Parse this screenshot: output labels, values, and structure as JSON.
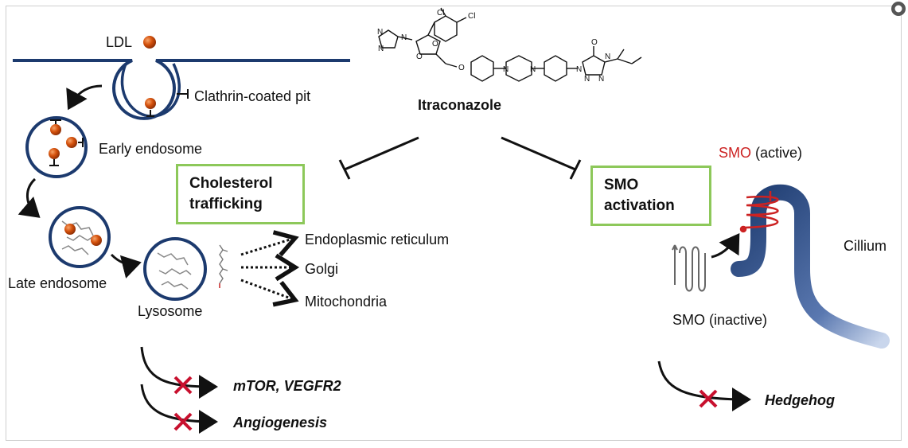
{
  "labels": {
    "ldl": "LDL",
    "clathrin_pit": "Clathrin-coated pit",
    "early_endosome": "Early endosome",
    "late_endosome": "Late endosome",
    "lysosome": "Lysosome",
    "er": "Endoplasmic reticulum",
    "golgi": "Golgi",
    "mito": "Mitochondria",
    "drug": "Itraconazole",
    "mtor": "mTOR, VEGFR2",
    "angio": "Angiogenesis",
    "smo_active": "SMO",
    "smo_active_state": "(active)",
    "smo_inactive": "SMO (inactive)",
    "cilium": "Cillium",
    "hedgehog": "Hedgehog"
  },
  "boxes": {
    "cholesterol": [
      "Cholesterol",
      "trafficking"
    ],
    "smo": [
      "SMO",
      "activation"
    ]
  },
  "molecule_atoms": {
    "cl1": "Cl",
    "cl2": "Cl",
    "o1": "O",
    "o2": "O",
    "o3": "O",
    "o4": "O",
    "n1": "N",
    "n2": "N",
    "n3": "N",
    "n4": "N",
    "n5": "N",
    "n6": "N",
    "n7": "N",
    "n8": "N",
    "n9": "N"
  },
  "colors": {
    "membrane": "#1c3a6e",
    "ldl": "#d4510c",
    "box_border": "#8dc85a",
    "inhibit_x": "#c8102e",
    "smo_active": "#cc2222"
  }
}
